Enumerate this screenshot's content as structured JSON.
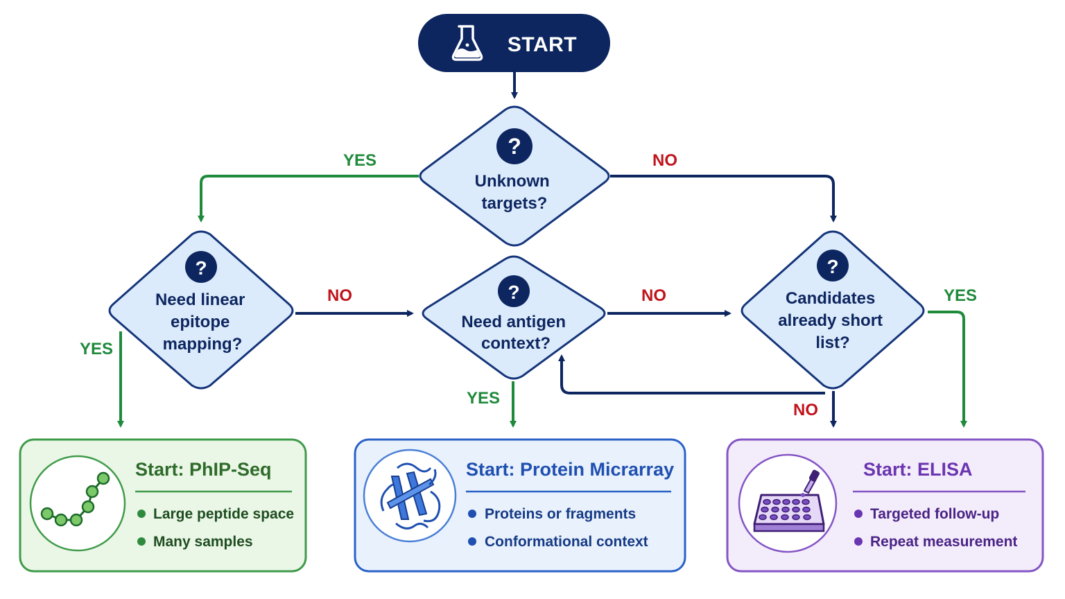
{
  "start": {
    "label": "START",
    "icon": "flask-icon"
  },
  "decisions": {
    "unknown_targets": {
      "lines": [
        "Unknown",
        "targets?"
      ],
      "icon": "question-icon"
    },
    "linear_epitope": {
      "lines": [
        "Need linear",
        "epitope",
        "mapping?"
      ],
      "icon": "question-icon"
    },
    "antigen_context": {
      "lines": [
        "Need antigen",
        "context?"
      ],
      "icon": "question-icon"
    },
    "short_list": {
      "lines": [
        "Candidates",
        "already short",
        "list?"
      ],
      "icon": "question-icon"
    }
  },
  "edge_labels": {
    "unknown_yes": "YES",
    "unknown_no": "NO",
    "linear_no": "NO",
    "linear_yes": "YES",
    "antigen_no": "NO",
    "antigen_yes": "YES",
    "shortlist_yes": "YES",
    "shortlist_no": "NO"
  },
  "outcomes": {
    "phipseq": {
      "title": "Start: PhIP-Seq",
      "bullets": [
        "Large peptide space",
        "Many samples"
      ],
      "icon": "peptide-chain-icon",
      "color": "#2e8b3e",
      "bg": "#eaf6e6",
      "border": "#3f9b49"
    },
    "microarray": {
      "title": "Start: Protein Micrarray",
      "bullets": [
        "Proteins or fragments",
        "Conformational context"
      ],
      "icon": "protein-structure-icon",
      "color": "#1f4fb0",
      "bg": "#e8f1fc",
      "border": "#2a62c8"
    },
    "elisa": {
      "title": "Start: ELISA",
      "bullets": [
        "Targeted follow-up",
        "Repeat measurement"
      ],
      "icon": "elisa-plate-icon",
      "color": "#6a35b0",
      "bg": "#f3ecfb",
      "border": "#8455c4"
    }
  },
  "colors": {
    "navy": "#0d2660",
    "yes_green": "#1f8a3c",
    "no_red": "#c0141c",
    "diamond_fill": "#dcebfb",
    "diamond_stroke": "#15357a"
  }
}
